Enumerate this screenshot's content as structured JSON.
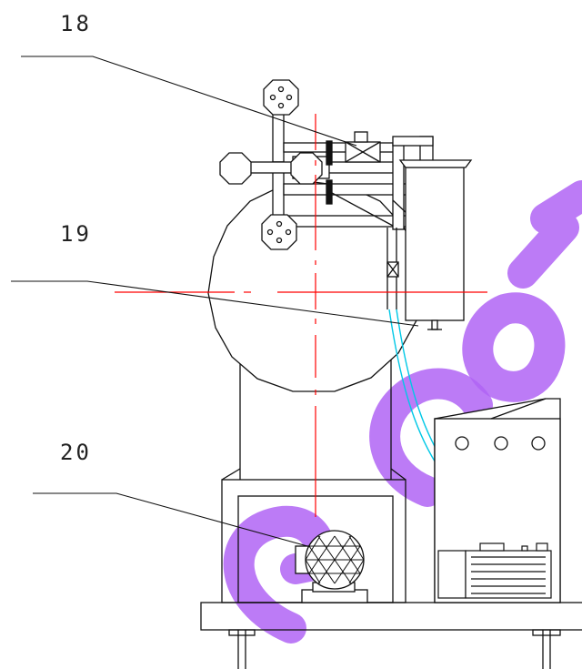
{
  "callouts": {
    "c18": "18",
    "c19": "19",
    "c20": "20"
  },
  "watermark": {
    "text": "G COM",
    "color": "#a040f0"
  },
  "colors": {
    "line": "#111111",
    "centerline": "#ff0000",
    "hose": "#00c8e6"
  }
}
